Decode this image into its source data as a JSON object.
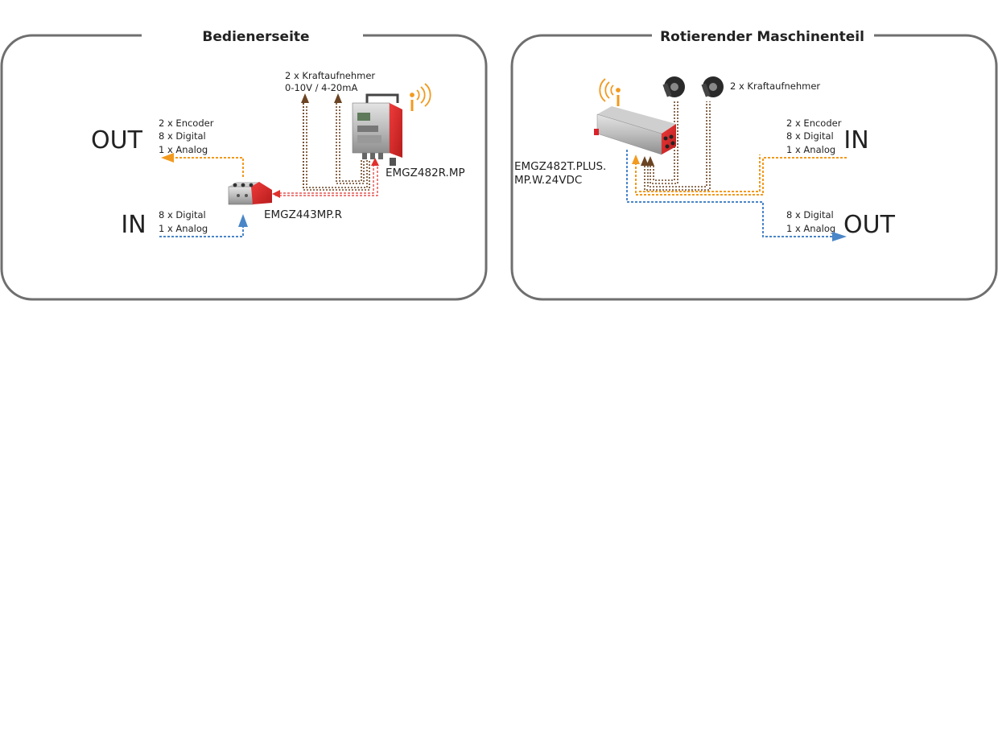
{
  "panels": {
    "left": {
      "title": "Bedienerseite",
      "out_label": "OUT",
      "in_label": "IN",
      "out_items": [
        "2 x Encoder",
        "8 x Digital",
        "1 x Analog"
      ],
      "in_items": [
        "8 x Digital",
        "1 x Analog"
      ],
      "sensor_label_1": "2 x Kraftaufnehmer",
      "sensor_label_2": "0-10V / 4-20mA",
      "device_main": "EMGZ482R.MP",
      "device_io": "EMGZ443MP.R"
    },
    "right": {
      "title": "Rotierender Maschinenteil",
      "in_label": "IN",
      "out_label": "OUT",
      "in_items": [
        "2 x Encoder",
        "8 x Digital",
        "1 x Analog"
      ],
      "out_items": [
        "8 x Digital",
        "1 x Analog"
      ],
      "sensor_label": "2 x Kraftaufnehmer",
      "device_line_1": "EMGZ482T.PLUS.",
      "device_line_2": "MP.W.24VDC"
    }
  },
  "colors": {
    "frame": "#6f6f6f",
    "encoder_orange": "#f29a1f",
    "digital_blue": "#4a86c8",
    "sensor_brown": "#6b4423",
    "signal_red": "#e0302c",
    "device_red": "#d8232a"
  }
}
